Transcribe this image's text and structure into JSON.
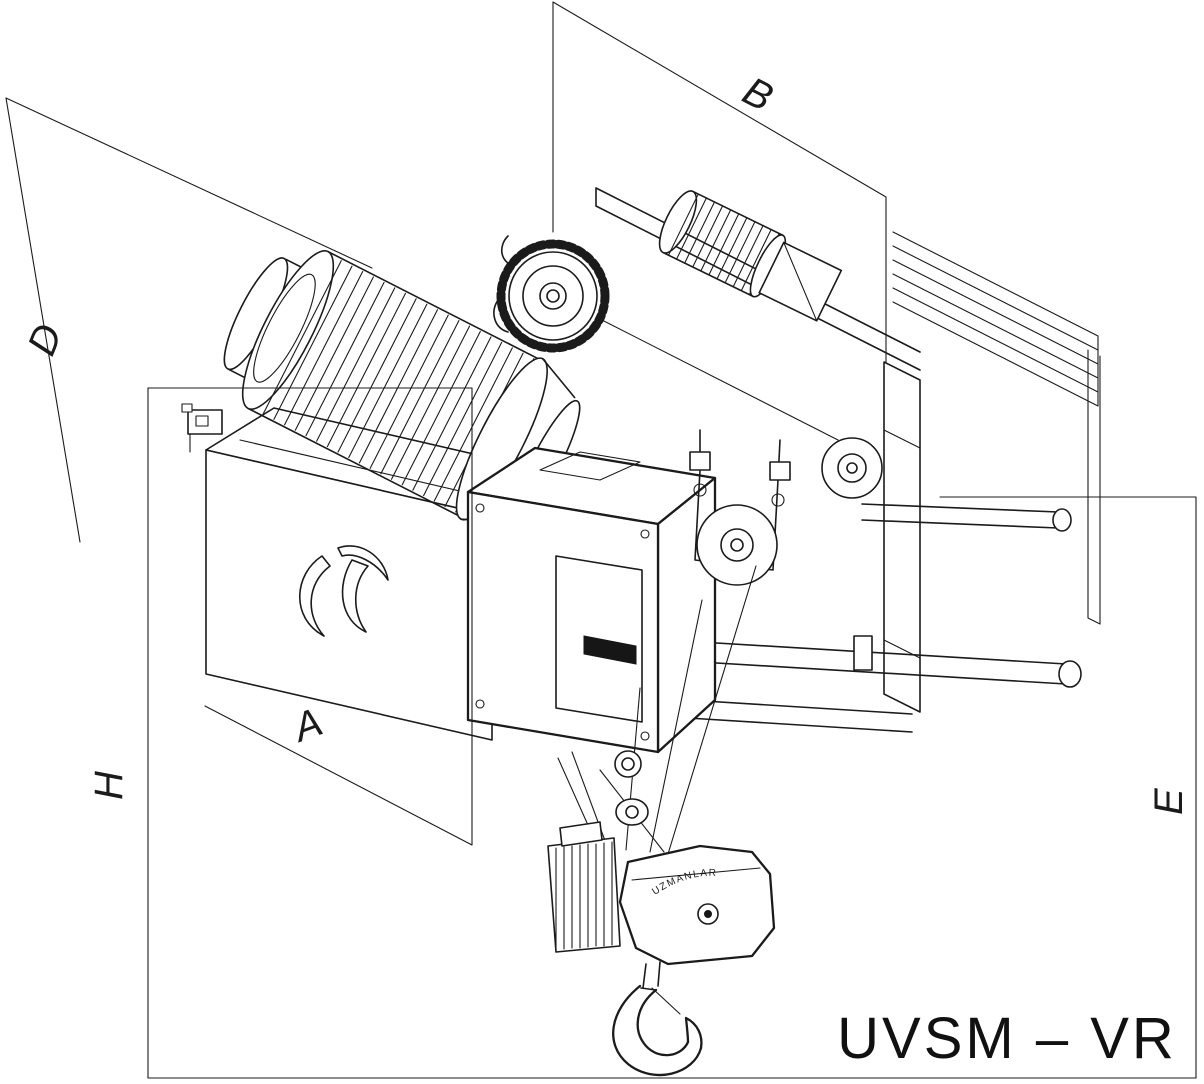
{
  "drawing": {
    "model_label": "UVSM – VR",
    "hook_block_brand": "UZMANLAR",
    "dimension_labels": {
      "a": "A",
      "b": "B",
      "d": "D",
      "e": "E",
      "h": "H"
    },
    "colors": {
      "line": "#1b1b1b",
      "background": "#ffffff"
    }
  }
}
